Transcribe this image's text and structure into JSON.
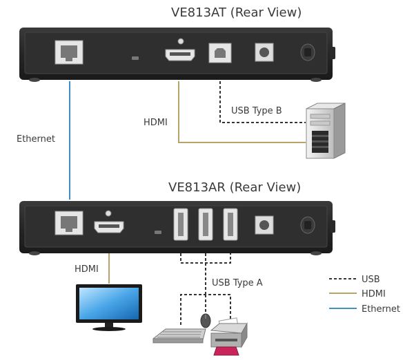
{
  "transmitter": {
    "title": "VE813AT (Rear View)"
  },
  "receiver": {
    "title": "VE813AR (Rear View)"
  },
  "labels": {
    "ethernet": "Ethernet",
    "hdmi_top": "HDMI",
    "usb_type_b": "USB Type B",
    "hdmi_bottom": "HDMI",
    "usb_type_a": "USB Type A"
  },
  "legend": [
    {
      "label": "USB",
      "style": "dashed",
      "color": "#333333"
    },
    {
      "label": "HDMI",
      "style": "solid",
      "color": "#b8a26a"
    },
    {
      "label": "Ethernet",
      "style": "solid",
      "color": "#3f8fc6"
    }
  ],
  "colors": {
    "device_body": "#2a2a2a",
    "ethernet": "#3f8fc6",
    "hdmi": "#b8a26a",
    "usb": "#333333"
  },
  "icons": [
    "rj45-port-icon",
    "hdmi-port-icon",
    "usb-b-port-icon",
    "usb-a-port-icon",
    "power-jack-icon",
    "power-switch-icon",
    "computer-tower-icon",
    "monitor-icon",
    "keyboard-icon",
    "mouse-icon",
    "printer-icon"
  ]
}
